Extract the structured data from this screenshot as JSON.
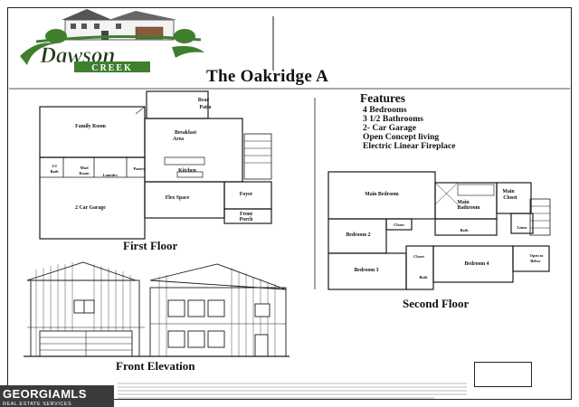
{
  "brand": {
    "logo_word_1": "Dawson",
    "logo_word_2": "CREEK"
  },
  "plan": {
    "title": "The Oakridge A"
  },
  "features": {
    "heading": "Features",
    "items": [
      "4 Bedrooms",
      "3 1/2 Bathrooms",
      "2- Car Garage",
      "Open Concept living",
      "Electric Linear Fireplace"
    ]
  },
  "captions": {
    "first_floor": "First Floor",
    "second_floor": "Second Floor",
    "front_elevation": "Front Elevation"
  },
  "first_floor_rooms": {
    "rear_patio_1": "Rear",
    "rear_patio_2": "Patio",
    "family_room": "Family Room",
    "breakfast_1": "Breakfast",
    "breakfast_2": "Area",
    "kitchen": "Kitchen",
    "half_bath_1": "1/2",
    "half_bath_2": "Bath",
    "mud_room_1": "Mud",
    "mud_room_2": "Room",
    "laundry": "Laundry",
    "pantry": "Pantry",
    "garage": "2 Car Garage",
    "flex_space": "Flex Space",
    "foyer": "Foyer",
    "front_porch_1": "Front",
    "front_porch_2": "Porch"
  },
  "second_floor_rooms": {
    "main_bedroom": "Main Bedroom",
    "main_closet_1": "Main",
    "main_closet_2": "Closet",
    "main_bathroom_1": "Main",
    "main_bathroom_2": "Bathroom",
    "bedroom_2": "Bedroom 2",
    "closet_1": "Closet",
    "bath": "Bath",
    "linen": "Linen",
    "bedroom_3": "Bedroom 3",
    "closet_2": "Closet",
    "bath_2": "Bath",
    "bedroom_4": "Bedroom 4",
    "open_to_below_1": "Open to",
    "open_to_below_2": "Below"
  },
  "mls": {
    "name": "GEORGIAMLS",
    "sub": "REAL ESTATE SERVICES"
  },
  "colors": {
    "logo_green": "#3f7f2e",
    "logo_dark": "#1f3b17",
    "line": "#1a1a1a",
    "mls_bg": "#3b3b3b"
  }
}
